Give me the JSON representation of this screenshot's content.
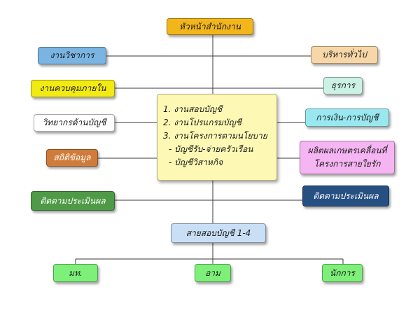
{
  "diagram": {
    "head": {
      "label": "หัวหน้าสำนักงาน",
      "color": "#f2b61a"
    },
    "left_nodes": [
      {
        "label": "งานวิชาการ",
        "color": "#7ab4e2"
      },
      {
        "label": "งานควบคุมภายใน",
        "color": "#f2ea12"
      },
      {
        "label": "วิทยากรด้านบัญชี",
        "color": "#ffffff"
      },
      {
        "label": "สถิติข้อมูล",
        "color": "#cf7c3a"
      },
      {
        "label": "ติดตามประเมินผล",
        "color": "#4f9a46"
      }
    ],
    "right_nodes": [
      {
        "label": "บริหารทั่วไป",
        "color": "#f7d7a8"
      },
      {
        "label": "ธุรการ",
        "color": "#ccf2e5"
      },
      {
        "label": "การเงิน-การบัญชี",
        "color": "#99e8f0"
      },
      {
        "label_lines": [
          "ผลิตผลเกษตรเคลื่อนที่",
          "โครงการสายใยรัก"
        ],
        "color": "#f5b4f2"
      },
      {
        "label": "ติดตามประเมินผล",
        "color": "#264f82"
      }
    ],
    "center": {
      "color": "#fdf9b4",
      "items": [
        "1. งานสอบบัญชี",
        "2. งานโปรแกรมบัญชี",
        "3. งานโครงการตามนโยบาย",
        "- บัญชีรับ-จ่ายครัวเรือน",
        "- บัญชีวิสาหกิจ"
      ]
    },
    "audit_line": {
      "label": "สายสอบบัญชี 1-4",
      "color": "#c9dff5"
    },
    "bottom_nodes": [
      {
        "label": "มท.",
        "color": "#7ef07a"
      },
      {
        "label": "อาม",
        "color": "#7ef07a"
      },
      {
        "label": "นักการ",
        "color": "#7ef07a"
      }
    ]
  }
}
